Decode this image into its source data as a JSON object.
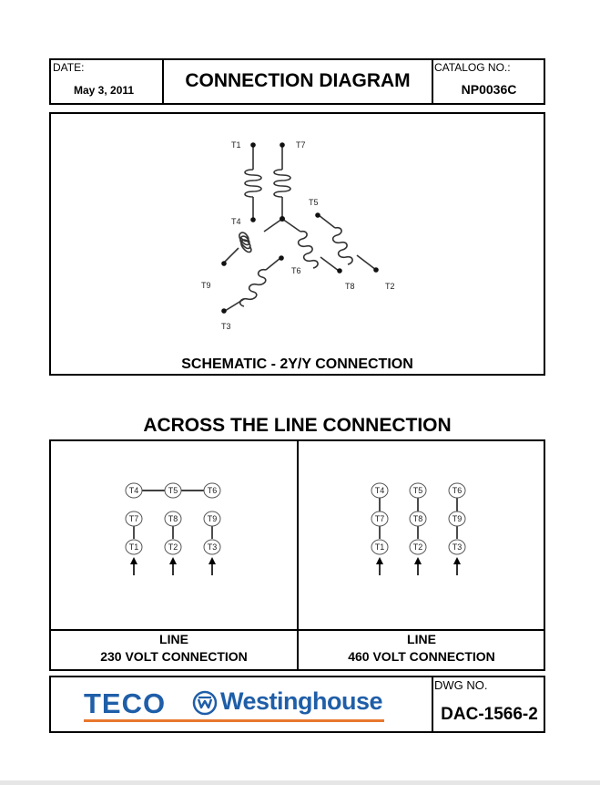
{
  "header": {
    "date_label": "DATE:",
    "date_value": "May 3, 2011",
    "title": "CONNECTION DIAGRAM",
    "catalog_label": "CATALOG NO.:",
    "catalog_value": "NP0036C"
  },
  "schematic": {
    "caption": "SCHEMATIC - 2Y/Y CONNECTION",
    "terminals": [
      "T1",
      "T7",
      "T4",
      "T5",
      "T6",
      "T9",
      "T8",
      "T2",
      "T3"
    ]
  },
  "across_title": "ACROSS THE LINE CONNECTION",
  "panel_230": {
    "row1": [
      "T4",
      "T5",
      "T6"
    ],
    "row2": [
      "T7",
      "T8",
      "T9"
    ],
    "row3": [
      "T1",
      "T2",
      "T3"
    ],
    "line_label": "LINE",
    "caption": "230 VOLT CONNECTION"
  },
  "panel_460": {
    "row1": [
      "T4",
      "T5",
      "T6"
    ],
    "row2": [
      "T7",
      "T8",
      "T9"
    ],
    "row3": [
      "T1",
      "T2",
      "T3"
    ],
    "line_label": "LINE",
    "caption": "460 VOLT CONNECTION"
  },
  "footer": {
    "logo_teco": "TECO",
    "logo_westinghouse": "Westinghouse",
    "dwg_label": "DWG NO.",
    "dwg_value": "DAC-1566-2",
    "colors": {
      "teco_blue": "#1f5ea8",
      "underline_orange": "#e8772e"
    }
  }
}
